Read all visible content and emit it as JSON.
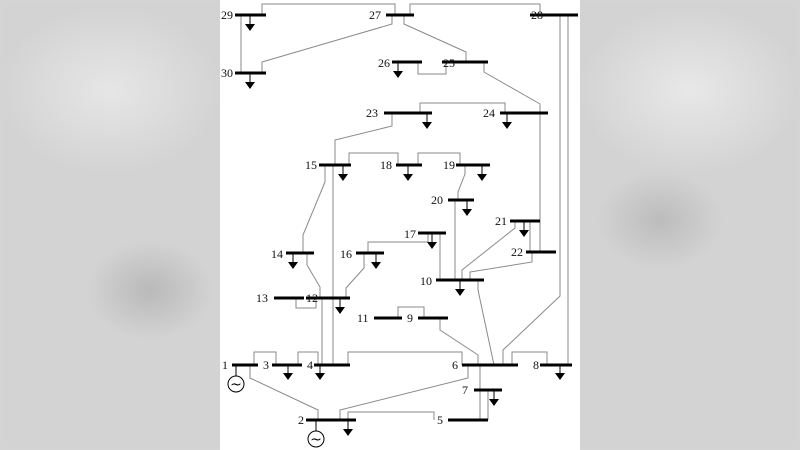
{
  "diagram": {
    "labels": {
      "b1": "1",
      "b2": "2",
      "b3": "3",
      "b4": "4",
      "b5": "5",
      "b6": "6",
      "b7": "7",
      "b8": "8",
      "b9": "9",
      "b10": "10",
      "b11": "11",
      "b12": "12",
      "b13": "13",
      "b14": "14",
      "b15": "15",
      "b16": "16",
      "b17": "17",
      "b18": "18",
      "b19": "19",
      "b20": "20",
      "b21": "21",
      "b22": "22",
      "b23": "23",
      "b24": "24",
      "b25": "25",
      "b26": "26",
      "b27": "27",
      "b28": "28",
      "b29": "29",
      "b30": "30"
    },
    "generator_symbol": "~",
    "generator_buses": [
      "1",
      "2"
    ]
  }
}
